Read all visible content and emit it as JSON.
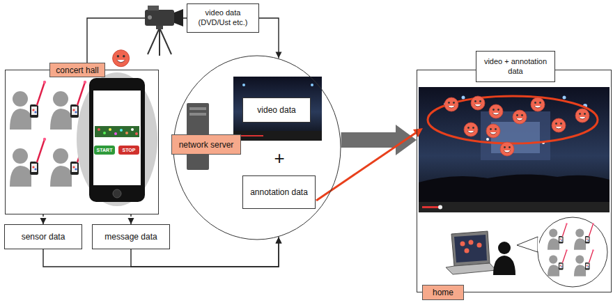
{
  "diagram": {
    "nodes": [
      {
        "text": [
          "video data (DVD/Ust etc.)"
        ]
      },
      {
        "text": [
          "concert hall"
        ]
      },
      {
        "text": [
          "sensor data"
        ]
      },
      {
        "text": [
          "message data"
        ]
      },
      {
        "text": [
          "network server"
        ]
      },
      {
        "text": [
          "video data"
        ],
        "in": 4
      },
      {
        "text": [
          "annotation data"
        ],
        "in": 4
      },
      {
        "text": [
          "home"
        ]
      },
      {
        "text": [
          "video + annotation data"
        ]
      }
    ],
    "edges": [
      {
        "from": 1,
        "to": 0,
        "arrow": "none"
      },
      {
        "from": 0,
        "to": 4,
        "arrow": "to"
      },
      {
        "from": 1,
        "to": 2,
        "arrow": "to"
      },
      {
        "from": 1,
        "to": 3,
        "arrow": "to"
      },
      {
        "from": 2,
        "to": 4,
        "arrow": "to"
      },
      {
        "from": 3,
        "to": 4,
        "arrow": "to"
      },
      {
        "from": 4,
        "to": 7,
        "arrow": "to"
      }
    ],
    "labels": [
      "+",
      "START",
      "STOP"
    ]
  }
}
